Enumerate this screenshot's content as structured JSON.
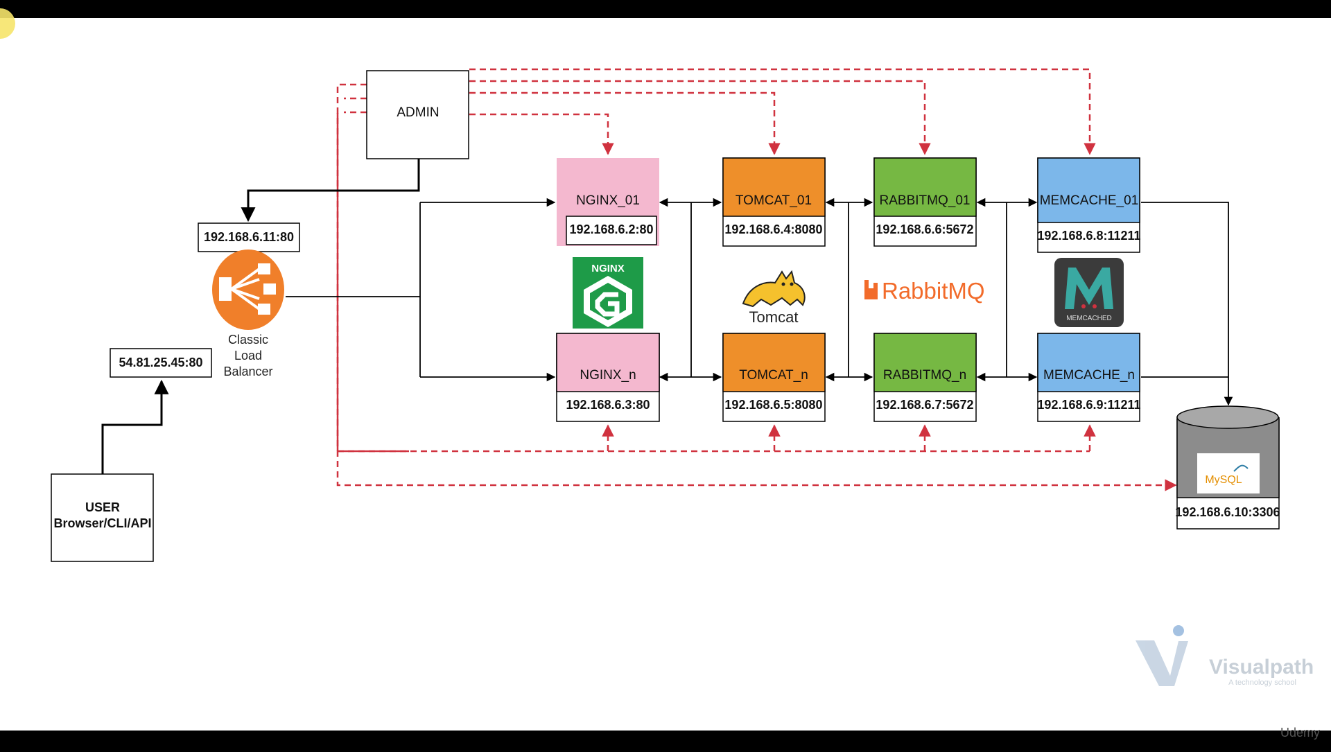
{
  "admin": {
    "label": "ADMIN"
  },
  "user": {
    "title": "USER",
    "subtitle": "Browser/CLI/API"
  },
  "load_balancer": {
    "ip": "192.168.6.11:80",
    "public_ip": "54.81.25.45:80",
    "caption_1": "Classic",
    "caption_2": "Load",
    "caption_3": "Balancer"
  },
  "nodes": {
    "nginx_01": {
      "name": "NGINX_01",
      "ip": "192.168.6.2:80"
    },
    "nginx_n": {
      "name": "NGINX_n",
      "ip": "192.168.6.3:80"
    },
    "tomcat_01": {
      "name": "TOMCAT_01",
      "ip": "192.168.6.4:8080"
    },
    "tomcat_n": {
      "name": "TOMCAT_n",
      "ip": "192.168.6.5:8080"
    },
    "rabbitmq_01": {
      "name": "RABBITMQ_01",
      "ip": "192.168.6.6:5672"
    },
    "rabbitmq_n": {
      "name": "RABBITMQ_n",
      "ip": "192.168.6.7:5672"
    },
    "memcache_01": {
      "name": "MEMCACHE_01",
      "ip": "192.168.6.8:11211"
    },
    "memcache_n": {
      "name": "MEMCACHE_n",
      "ip": "192.168.6.9:11211"
    },
    "mysql": {
      "ip": "192.168.6.10:3306"
    }
  },
  "logos": {
    "nginx": "NGINX",
    "tomcat": "Tomcat",
    "rabbitmq": "RabbitMQ",
    "memcached": "MEMCACHED",
    "mysql": "MySQL"
  },
  "watermark": {
    "brand": "Visualpath",
    "tagline": "A technology school",
    "platform": "Udemy"
  },
  "colors": {
    "nginx": "#f4b8cf",
    "tomcat": "#ee8f2a",
    "rabbitmq": "#76b843",
    "memcache": "#7cb7ea",
    "dashed": "#d0323f",
    "lb_orange": "#f07f2a",
    "nginx_green": "#1e9b48",
    "memcached_dark": "#3b3b3b"
  }
}
